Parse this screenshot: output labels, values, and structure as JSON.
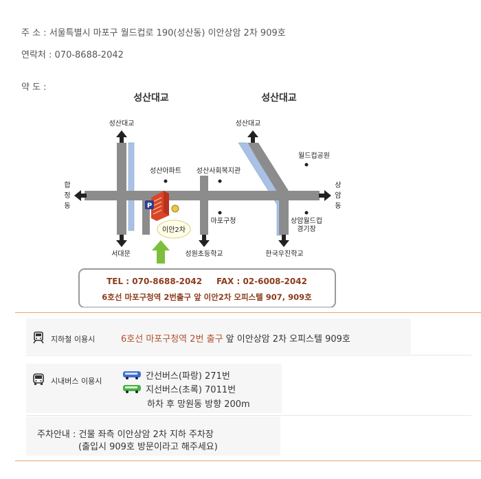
{
  "info": {
    "address": "주 소 :  서울특별시 마포구 월드컵로 190(성산동) 이안상암 2차 909호",
    "contact": "연락처 : 070-8688-2042",
    "map_title": "약 도 :"
  },
  "map": {
    "bridge_left": "성산대교",
    "bridge_right": "성산대교",
    "arrow_top_left": "성산대교",
    "arrow_top_right": "성산대교",
    "world_cup_park": "월드컵공원",
    "apartment": "성산아파트",
    "welfare_center": "성산사회복지관",
    "office": "마포구청",
    "stadium_1": "상암월드컵",
    "stadium_2": "경기장",
    "hapjeong_1": "합",
    "hapjeong_2": "정",
    "hapjeong_3": "동",
    "sangam_1": "상",
    "sangam_2": "암",
    "sangam_3": "동",
    "building": "이안2차",
    "parking_letter": "P",
    "seodaemun": "서대문",
    "elementary": "성원초등학교",
    "post_school": "한국우진학교",
    "tel_fax": "TEL : 070-8688-2042     FAX : 02-6008-2042",
    "directions": "6호선 마포구청역 2번출구 앞 이안2차 오피스텔 907, 909호"
  },
  "colors": {
    "accent_line": "#f0a36a",
    "highlight_text": "#b0502a",
    "map_text_brown": "#8b3c1d",
    "river_blue": "#a9c1e4",
    "road_gray": "#8c8c8c",
    "arrow_green": "#7dbf3c",
    "building_red": "#d9452a"
  },
  "subway": {
    "label": "지하철 이용시",
    "highlight": "6호선 마포구청역 2번 출구",
    "rest": " 앞 이안상암 2차 오피스텔 909호"
  },
  "bus": {
    "label": "시내버스 이용시",
    "line1": "간선버스(파랑) 271번",
    "line2": "지선버스(초록) 7011번",
    "line3": "하차 후 망원동 방향 200m"
  },
  "parking": {
    "line1": "주차안내 : 건물 좌측 이안상암 2차 지하 주차장",
    "line2": "(출입시 909호 방문이라고 해주세요)"
  }
}
